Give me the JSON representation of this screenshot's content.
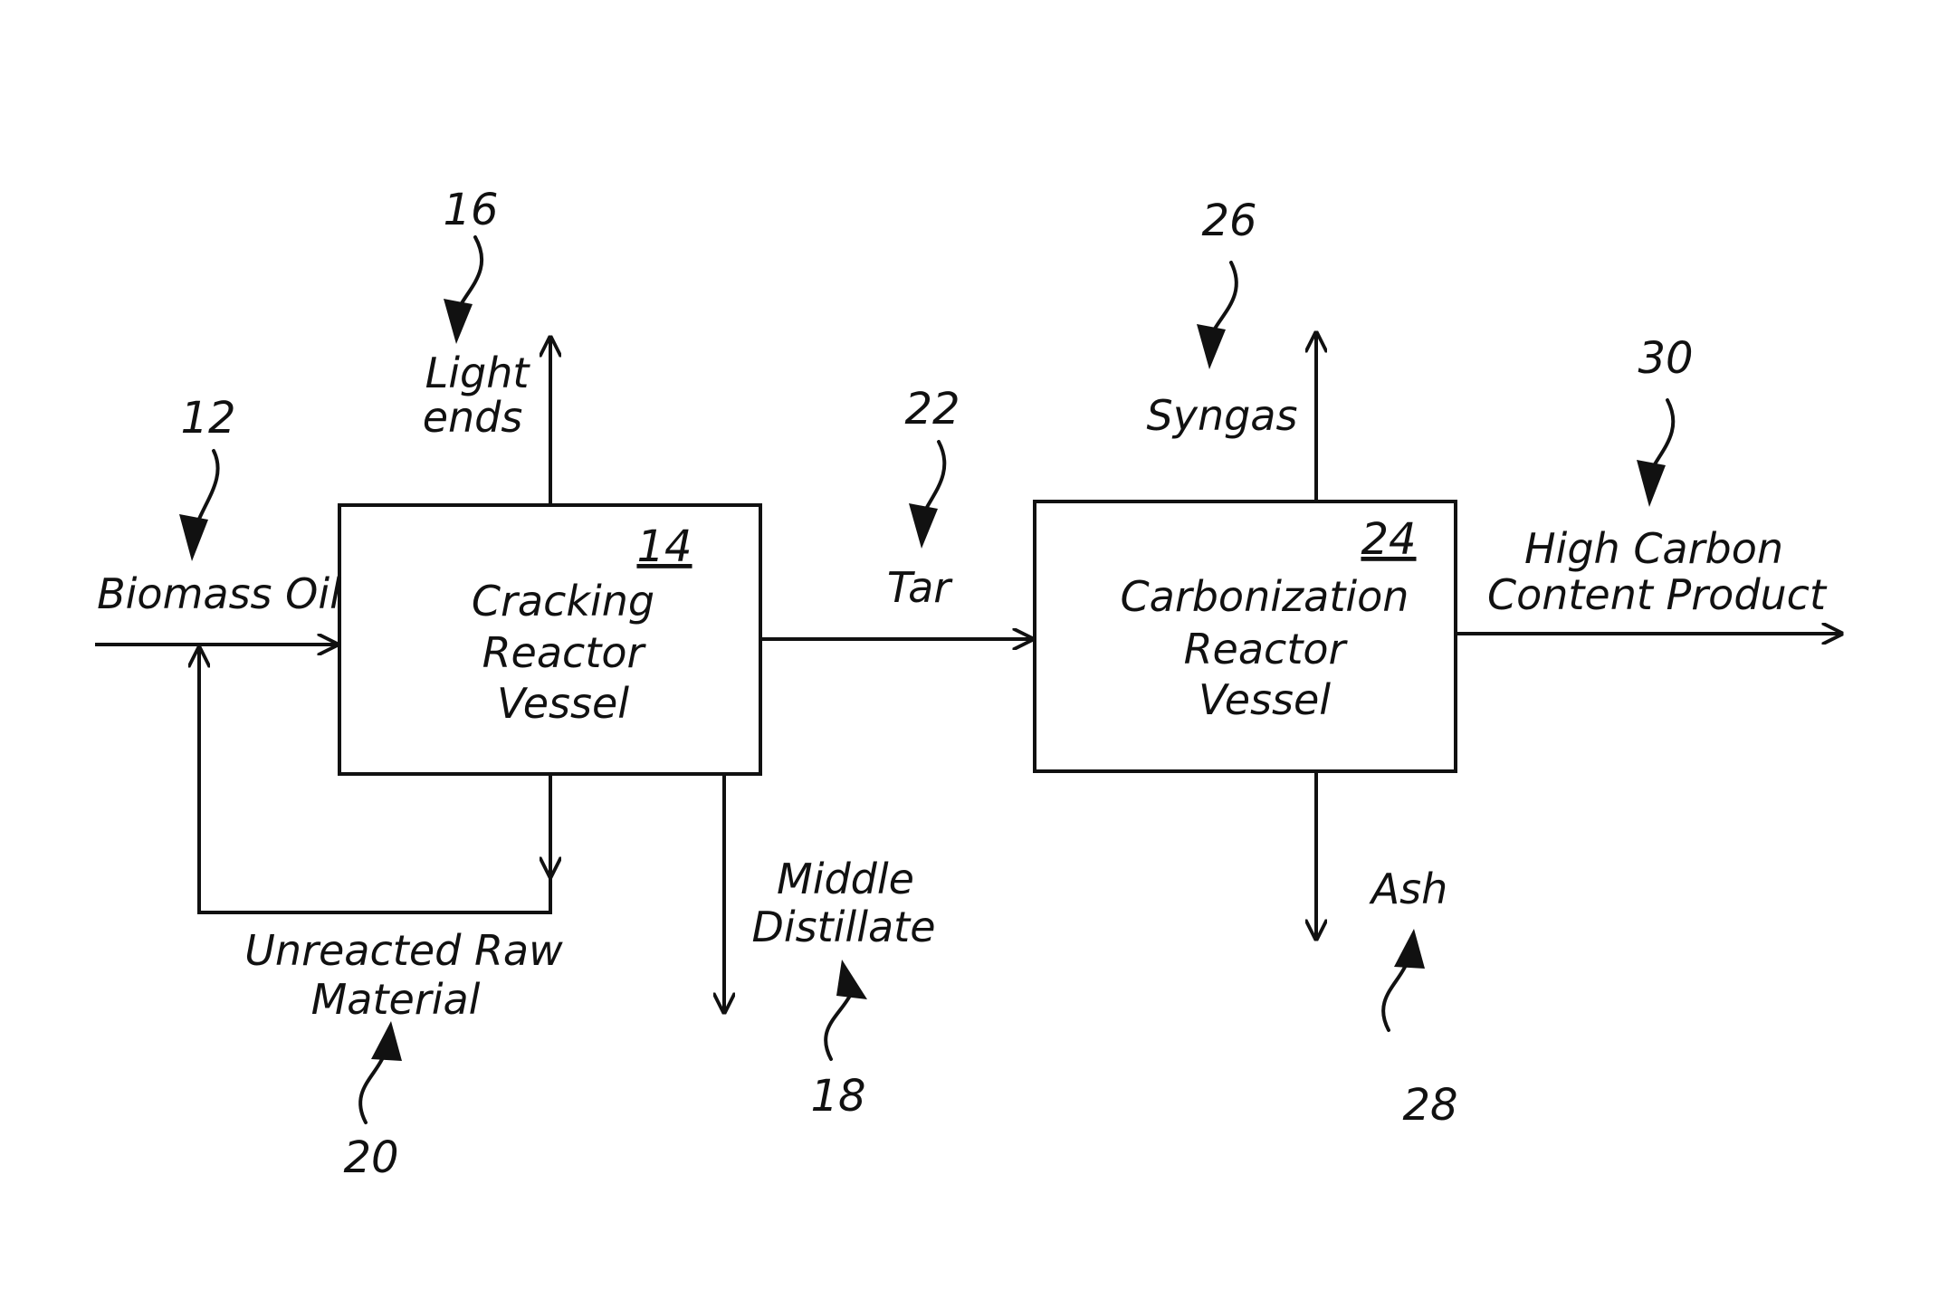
{
  "diagram": {
    "nodes": {
      "cracking": {
        "ref": "14",
        "lines": [
          "Cracking",
          "Reactor",
          "Vessel"
        ]
      },
      "carbonization": {
        "ref": "24",
        "lines": [
          "Carbonization",
          "Reactor",
          "Vessel"
        ]
      }
    },
    "streams": {
      "biomass_oil": {
        "label": "Biomass Oil",
        "ref": "12"
      },
      "light_ends": {
        "lines": [
          "Light",
          "ends"
        ],
        "ref": "16"
      },
      "middle_distillate": {
        "lines": [
          "Middle",
          "Distillate"
        ],
        "ref": "18"
      },
      "unreacted": {
        "lines": [
          "Unreacted Raw",
          "Material"
        ],
        "ref": "20"
      },
      "tar": {
        "label": "Tar",
        "ref": "22"
      },
      "syngas": {
        "label": "Syngas",
        "ref": "26"
      },
      "ash": {
        "label": "Ash",
        "ref": "28"
      },
      "product": {
        "lines": [
          "High Carbon",
          "Content Product"
        ],
        "ref": "30"
      }
    }
  }
}
